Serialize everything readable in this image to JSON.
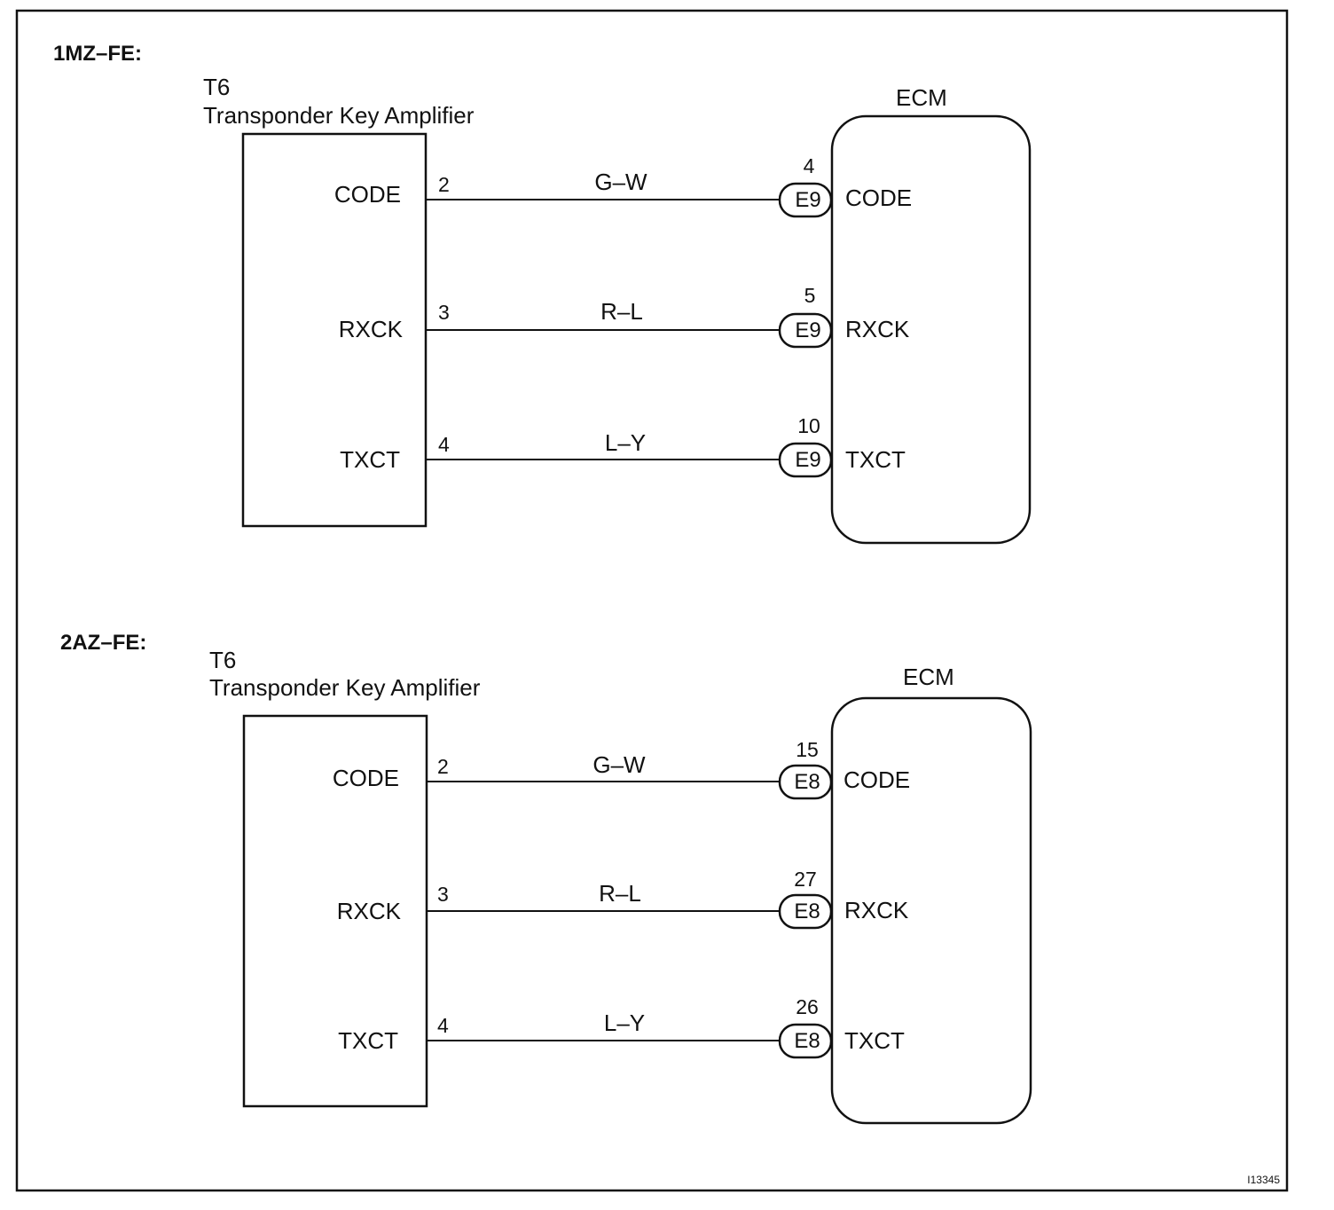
{
  "figure_id": "I13345",
  "sections": [
    {
      "engine": "1MZ–FE:",
      "component_code": "T6",
      "component_name": "Transponder Key Amplifier",
      "ecm_label": "ECM",
      "connector": "E9",
      "wires": [
        {
          "amp_signal": "CODE",
          "amp_pin": "2",
          "color": "G–W",
          "ecm_pin": "4",
          "ecm_signal": "CODE"
        },
        {
          "amp_signal": "RXCK",
          "amp_pin": "3",
          "color": "R–L",
          "ecm_pin": "5",
          "ecm_signal": "RXCK"
        },
        {
          "amp_signal": "TXCT",
          "amp_pin": "4",
          "color": "L–Y",
          "ecm_pin": "10",
          "ecm_signal": "TXCT"
        }
      ]
    },
    {
      "engine": "2AZ–FE:",
      "component_code": "T6",
      "component_name": "Transponder Key Amplifier",
      "ecm_label": "ECM",
      "connector": "E8",
      "wires": [
        {
          "amp_signal": "CODE",
          "amp_pin": "2",
          "color": "G–W",
          "ecm_pin": "15",
          "ecm_signal": "CODE"
        },
        {
          "amp_signal": "RXCK",
          "amp_pin": "3",
          "color": "R–L",
          "ecm_pin": "27",
          "ecm_signal": "RXCK"
        },
        {
          "amp_signal": "TXCT",
          "amp_pin": "4",
          "color": "L–Y",
          "ecm_pin": "26",
          "ecm_signal": "TXCT"
        }
      ]
    }
  ]
}
